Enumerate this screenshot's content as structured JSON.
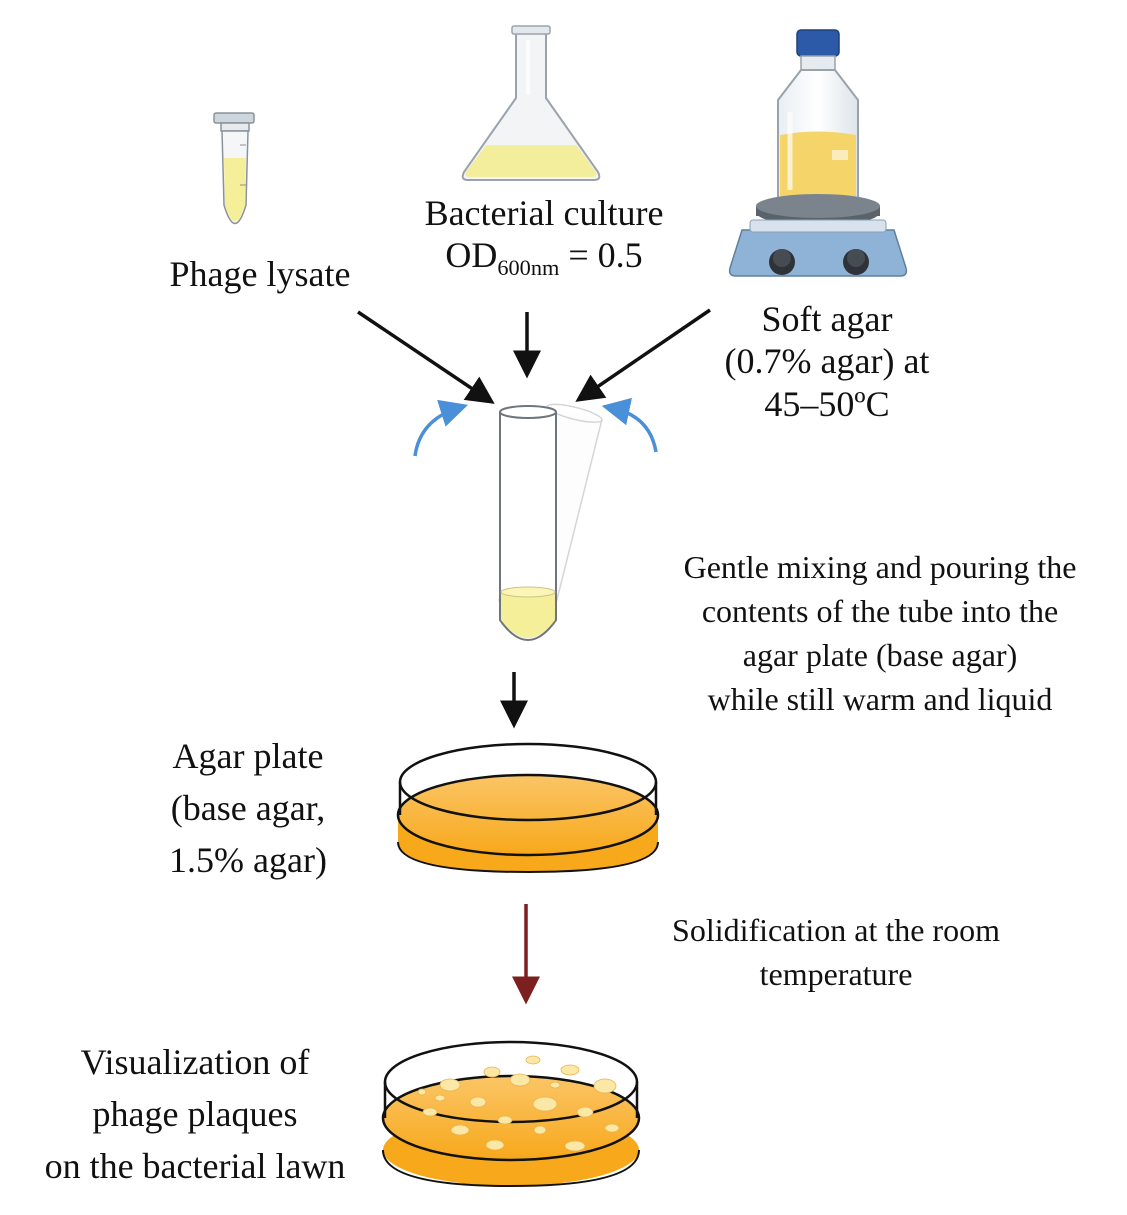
{
  "labels": {
    "phage_lysate": "Phage lysate",
    "bacterial_culture": "Bacterial culture",
    "od_prefix": "OD",
    "od_sub": "600nm",
    "od_value": " = 0.5",
    "soft_agar": [
      "Soft agar",
      "(0.7% agar) at",
      "45–50ºC"
    ],
    "mixing_step": [
      "Gentle mixing and pouring the",
      "contents of the tube into the",
      "agar plate (base agar)",
      "while still warm and liquid"
    ],
    "agar_plate": [
      "Agar plate",
      "(base agar,",
      "1.5% agar)"
    ],
    "solidification_step": [
      "Solidification at the room",
      "temperature"
    ],
    "visualization": [
      "Visualization  of",
      "phage plaques",
      "on the bacterial lawn"
    ]
  },
  "colors": {
    "agar_orange": "#f7a81b",
    "agar_light": "#fbc566",
    "lysate_yellow": "#f6ef9a",
    "culture_yellow": "#f3ee9c",
    "soft_agar_yellow": "#f5d46a",
    "mixing_arrow_blue": "#4a90d9",
    "solidification_arrow": "#7b1f1f",
    "hotplate_blue": "#8fb3d6",
    "cap_blue": "#2c5aa8"
  },
  "icons": [
    "microtube-icon",
    "erlenmeyer-flask-icon",
    "media-bottle-icon",
    "hotplate-stirrer-icon",
    "test-tube-icon",
    "petri-dish-icon",
    "plaque-dish-icon"
  ]
}
